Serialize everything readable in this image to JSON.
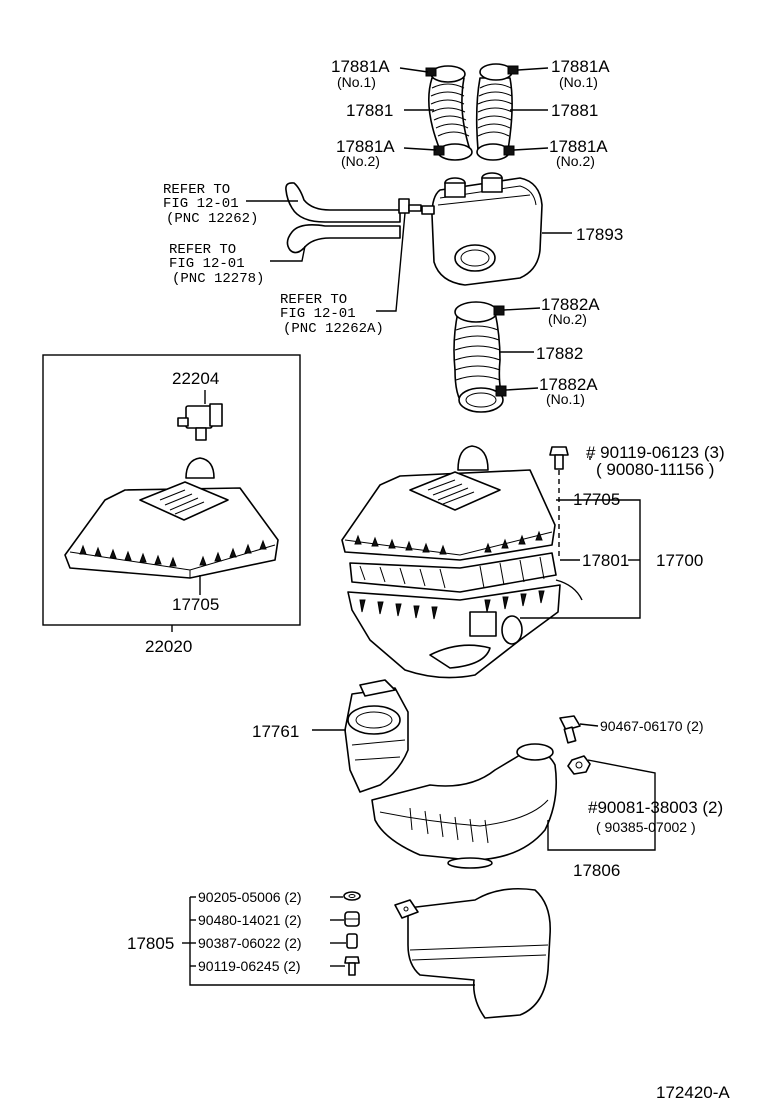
{
  "labels": {
    "hose_clamp_a_no1_left": "17881A",
    "no1_left": "(No.1)",
    "hose_clamp_a_no1_right": "17881A",
    "no1_right": "(No.1)",
    "hose_left": "17881",
    "hose_right": "17881",
    "hose_clamp_a_no2_left": "17881A",
    "no2_left": "(No.2)",
    "hose_clamp_a_no2_right": "17881A",
    "no2_right": "(No.2)",
    "resonator": "17893",
    "refer1_l1": "REFER TO",
    "refer1_l2": "FIG 12-01",
    "refer1_l3": "(PNC 12262)",
    "refer2_l1": "REFER TO",
    "refer2_l2": "FIG 12-01",
    "refer2_l3": "(PNC 12278)",
    "refer3_l1": "REFER TO",
    "refer3_l2": "FIG 12-01",
    "refer3_l3": "(PNC 12262A)",
    "clamp_882a_no2": "17882A",
    "no2_882": "(No.2)",
    "hose_882": "17882",
    "clamp_882a_no1": "17882A",
    "no1_882": "(No.1)",
    "sensor": "22204",
    "cap_inset": "17705",
    "assy_inset": "22020",
    "bolt_top": "# 90119-06123 (3)",
    "bolt_top_alt": "( 90080-11156 )",
    "cap_main": "17705",
    "element": "17801",
    "cleaner_assy": "17700",
    "inlet": "17761",
    "bolt_mid": "90467-06170 (2)",
    "nut_mid": "#90081-38003 (2)",
    "nut_mid_alt": "( 90385-07002 )",
    "duct": "17806",
    "resonator_lower": "17805",
    "washer": "90205-05006 (2)",
    "grommet": "90480-14021 (2)",
    "collar": "90387-06022 (2)",
    "bolt_low": "90119-06245 (2)",
    "figure_code": "172420-A"
  }
}
